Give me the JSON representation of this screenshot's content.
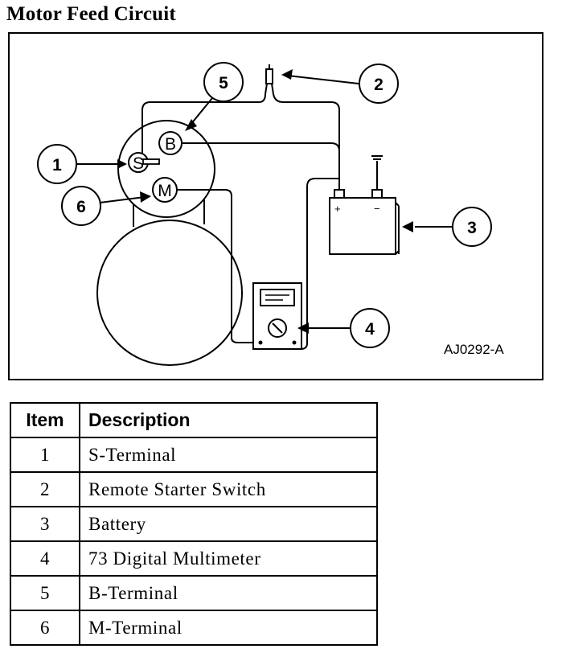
{
  "title": "Motor Feed Circuit",
  "diagram": {
    "figure_id": "AJ0292-A",
    "callouts": [
      "1",
      "2",
      "3",
      "4",
      "5",
      "6"
    ],
    "terminal_labels": {
      "s": "S",
      "b": "B",
      "m": "M"
    },
    "battery_polarity": {
      "positive": "+",
      "negative": "−"
    }
  },
  "legend": {
    "headers": {
      "item": "Item",
      "description": "Description"
    },
    "rows": [
      {
        "item": "1",
        "description": "S-Terminal"
      },
      {
        "item": "2",
        "description": "Remote Starter Switch"
      },
      {
        "item": "3",
        "description": "Battery"
      },
      {
        "item": "4",
        "description": "73 Digital Multimeter"
      },
      {
        "item": "5",
        "description": "B-Terminal"
      },
      {
        "item": "6",
        "description": "M-Terminal"
      }
    ]
  }
}
